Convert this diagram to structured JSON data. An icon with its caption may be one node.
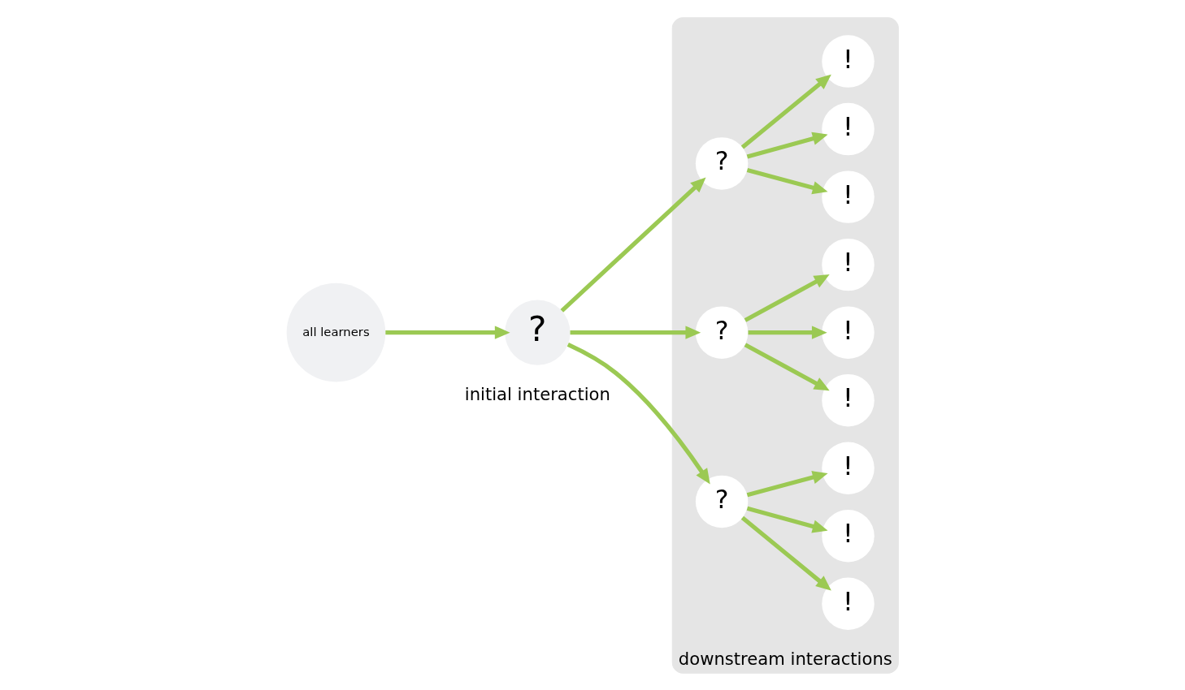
{
  "diagram": {
    "nodes": [
      {
        "text": [
          "all learners"
        ]
      },
      {
        "text": [
          "?"
        ],
        "beside": [
          "initial interaction"
        ]
      },
      {
        "text": [
          "downstream interactions"
        ]
      },
      {
        "text": [
          "?"
        ],
        "in": 2
      },
      {
        "text": [
          "!"
        ],
        "in": 2
      },
      {
        "text": [
          "!"
        ],
        "in": 2
      },
      {
        "text": [
          "!"
        ],
        "in": 2
      },
      {
        "text": [
          "?"
        ],
        "in": 2
      },
      {
        "text": [
          "!"
        ],
        "in": 2
      },
      {
        "text": [
          "!"
        ],
        "in": 2
      },
      {
        "text": [
          "!"
        ],
        "in": 2
      },
      {
        "text": [
          "?"
        ],
        "in": 2
      },
      {
        "text": [
          "!"
        ],
        "in": 2
      },
      {
        "text": [
          "!"
        ],
        "in": 2
      },
      {
        "text": [
          "!"
        ],
        "in": 2
      }
    ],
    "edges": [
      {
        "from": 0,
        "to": 1,
        "arrow": "to"
      },
      {
        "from": 1,
        "to": 3,
        "arrow": "to"
      },
      {
        "from": 1,
        "to": 7,
        "arrow": "to"
      },
      {
        "from": 1,
        "to": 11,
        "arrow": "to"
      },
      {
        "from": 3,
        "to": 4,
        "arrow": "to"
      },
      {
        "from": 3,
        "to": 5,
        "arrow": "to"
      },
      {
        "from": 3,
        "to": 6,
        "arrow": "to"
      },
      {
        "from": 7,
        "to": 8,
        "arrow": "to"
      },
      {
        "from": 7,
        "to": 9,
        "arrow": "to"
      },
      {
        "from": 7,
        "to": 10,
        "arrow": "to"
      },
      {
        "from": 11,
        "to": 12,
        "arrow": "to"
      },
      {
        "from": 11,
        "to": 13,
        "arrow": "to"
      },
      {
        "from": 11,
        "to": 14,
        "arrow": "to"
      }
    ]
  }
}
